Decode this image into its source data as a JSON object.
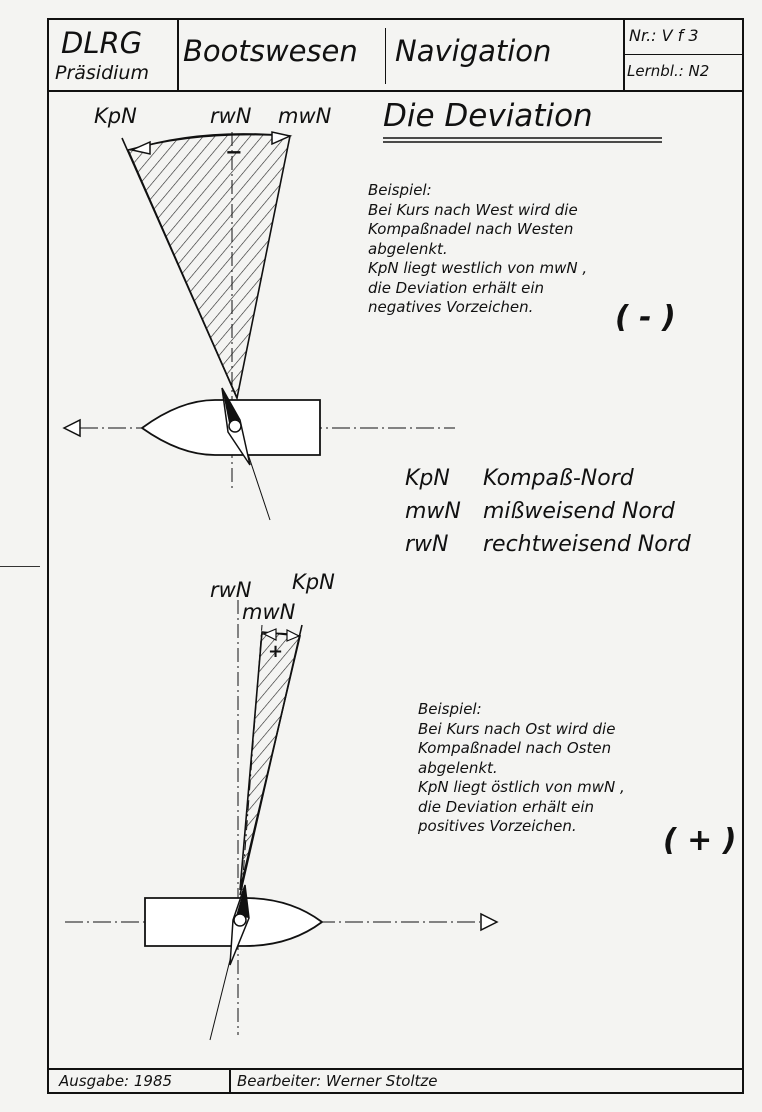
{
  "header": {
    "org": "DLRG",
    "org_sub": "Präsidium",
    "subject": "Bootswesen",
    "topic": "Navigation",
    "nr": "Nr.: V f 3",
    "lernblatt": "Lernbl.: N2"
  },
  "title": "Die Deviation",
  "diagram_west": {
    "labels": {
      "kpn": "KpN",
      "rwn": "rwN",
      "mwn": "mwN"
    },
    "sign_mark": "−",
    "example_heading": "Beispiel:",
    "example_lines": [
      "Bei Kurs nach West wird die",
      "Kompaßnadel nach Westen",
      "abgelenkt.",
      "KpN liegt westlich von mwN ,",
      "die Deviation erhält ein",
      "negatives Vorzeichen."
    ],
    "sign": "( - )"
  },
  "legend": [
    {
      "abbr": "KpN",
      "meaning": "Kompaß-Nord"
    },
    {
      "abbr": "mwN",
      "meaning": "mißweisend Nord"
    },
    {
      "abbr": "rwN",
      "meaning": "rechtweisend Nord"
    }
  ],
  "diagram_east": {
    "labels": {
      "rwn": "rwN",
      "mwn": "mwN",
      "kpn": "KpN"
    },
    "sign_mark": "+",
    "example_heading": "Beispiel:",
    "example_lines": [
      "Bei Kurs nach Ost wird die",
      "Kompaßnadel nach Osten",
      "abgelenkt.",
      "KpN liegt östlich von mwN ,",
      "die Deviation erhält ein",
      "positives Vorzeichen."
    ],
    "sign": "( + )"
  },
  "footer": {
    "edition": "Ausgabe: 1985",
    "author": "Bearbeiter: Werner Stoltze"
  }
}
